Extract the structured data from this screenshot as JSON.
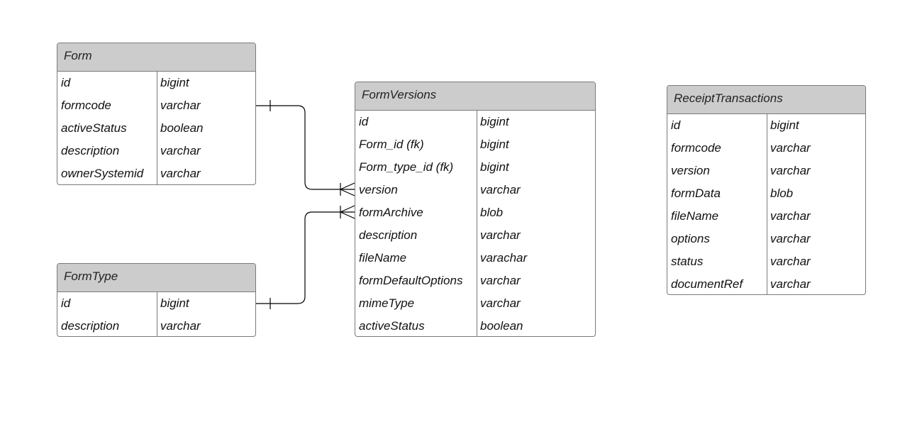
{
  "entities": [
    {
      "key": "form",
      "name": "Form",
      "fields": [
        {
          "name": "id",
          "type": "bigint"
        },
        {
          "name": "formcode",
          "type": "varchar"
        },
        {
          "name": "activeStatus",
          "type": "boolean"
        },
        {
          "name": "description",
          "type": "varchar"
        },
        {
          "name": "ownerSystemid",
          "type": "varchar"
        }
      ]
    },
    {
      "key": "formtype",
      "name": "FormType",
      "fields": [
        {
          "name": "id",
          "type": "bigint"
        },
        {
          "name": "description",
          "type": "varchar"
        }
      ]
    },
    {
      "key": "formversions",
      "name": "FormVersions",
      "fields": [
        {
          "name": "id",
          "type": "bigint"
        },
        {
          "name": "Form_id (fk)",
          "type": "bigint"
        },
        {
          "name": "Form_type_id (fk)",
          "type": "bigint"
        },
        {
          "name": "version",
          "type": "varchar"
        },
        {
          "name": "formArchive",
          "type": "blob"
        },
        {
          "name": "description",
          "type": "varchar"
        },
        {
          "name": "fileName",
          "type": "varachar"
        },
        {
          "name": "formDefaultOptions",
          "type": "varchar"
        },
        {
          "name": "mimeType",
          "type": "varchar"
        },
        {
          "name": "activeStatus",
          "type": "boolean"
        }
      ]
    },
    {
      "key": "receipttransactions",
      "name": "ReceiptTransactions",
      "fields": [
        {
          "name": "id",
          "type": "bigint"
        },
        {
          "name": "formcode",
          "type": "varchar"
        },
        {
          "name": "version",
          "type": "varchar"
        },
        {
          "name": "formData",
          "type": "blob"
        },
        {
          "name": "fileName",
          "type": "varchar"
        },
        {
          "name": "options",
          "type": "varchar"
        },
        {
          "name": "status",
          "type": "varchar"
        },
        {
          "name": "documentRef",
          "type": "varchar"
        }
      ]
    }
  ],
  "relationships": [
    {
      "from": "form",
      "to": "formversions",
      "from_cardinality": "one",
      "to_cardinality": "many"
    },
    {
      "from": "formtype",
      "to": "formversions",
      "from_cardinality": "one",
      "to_cardinality": "many"
    }
  ]
}
